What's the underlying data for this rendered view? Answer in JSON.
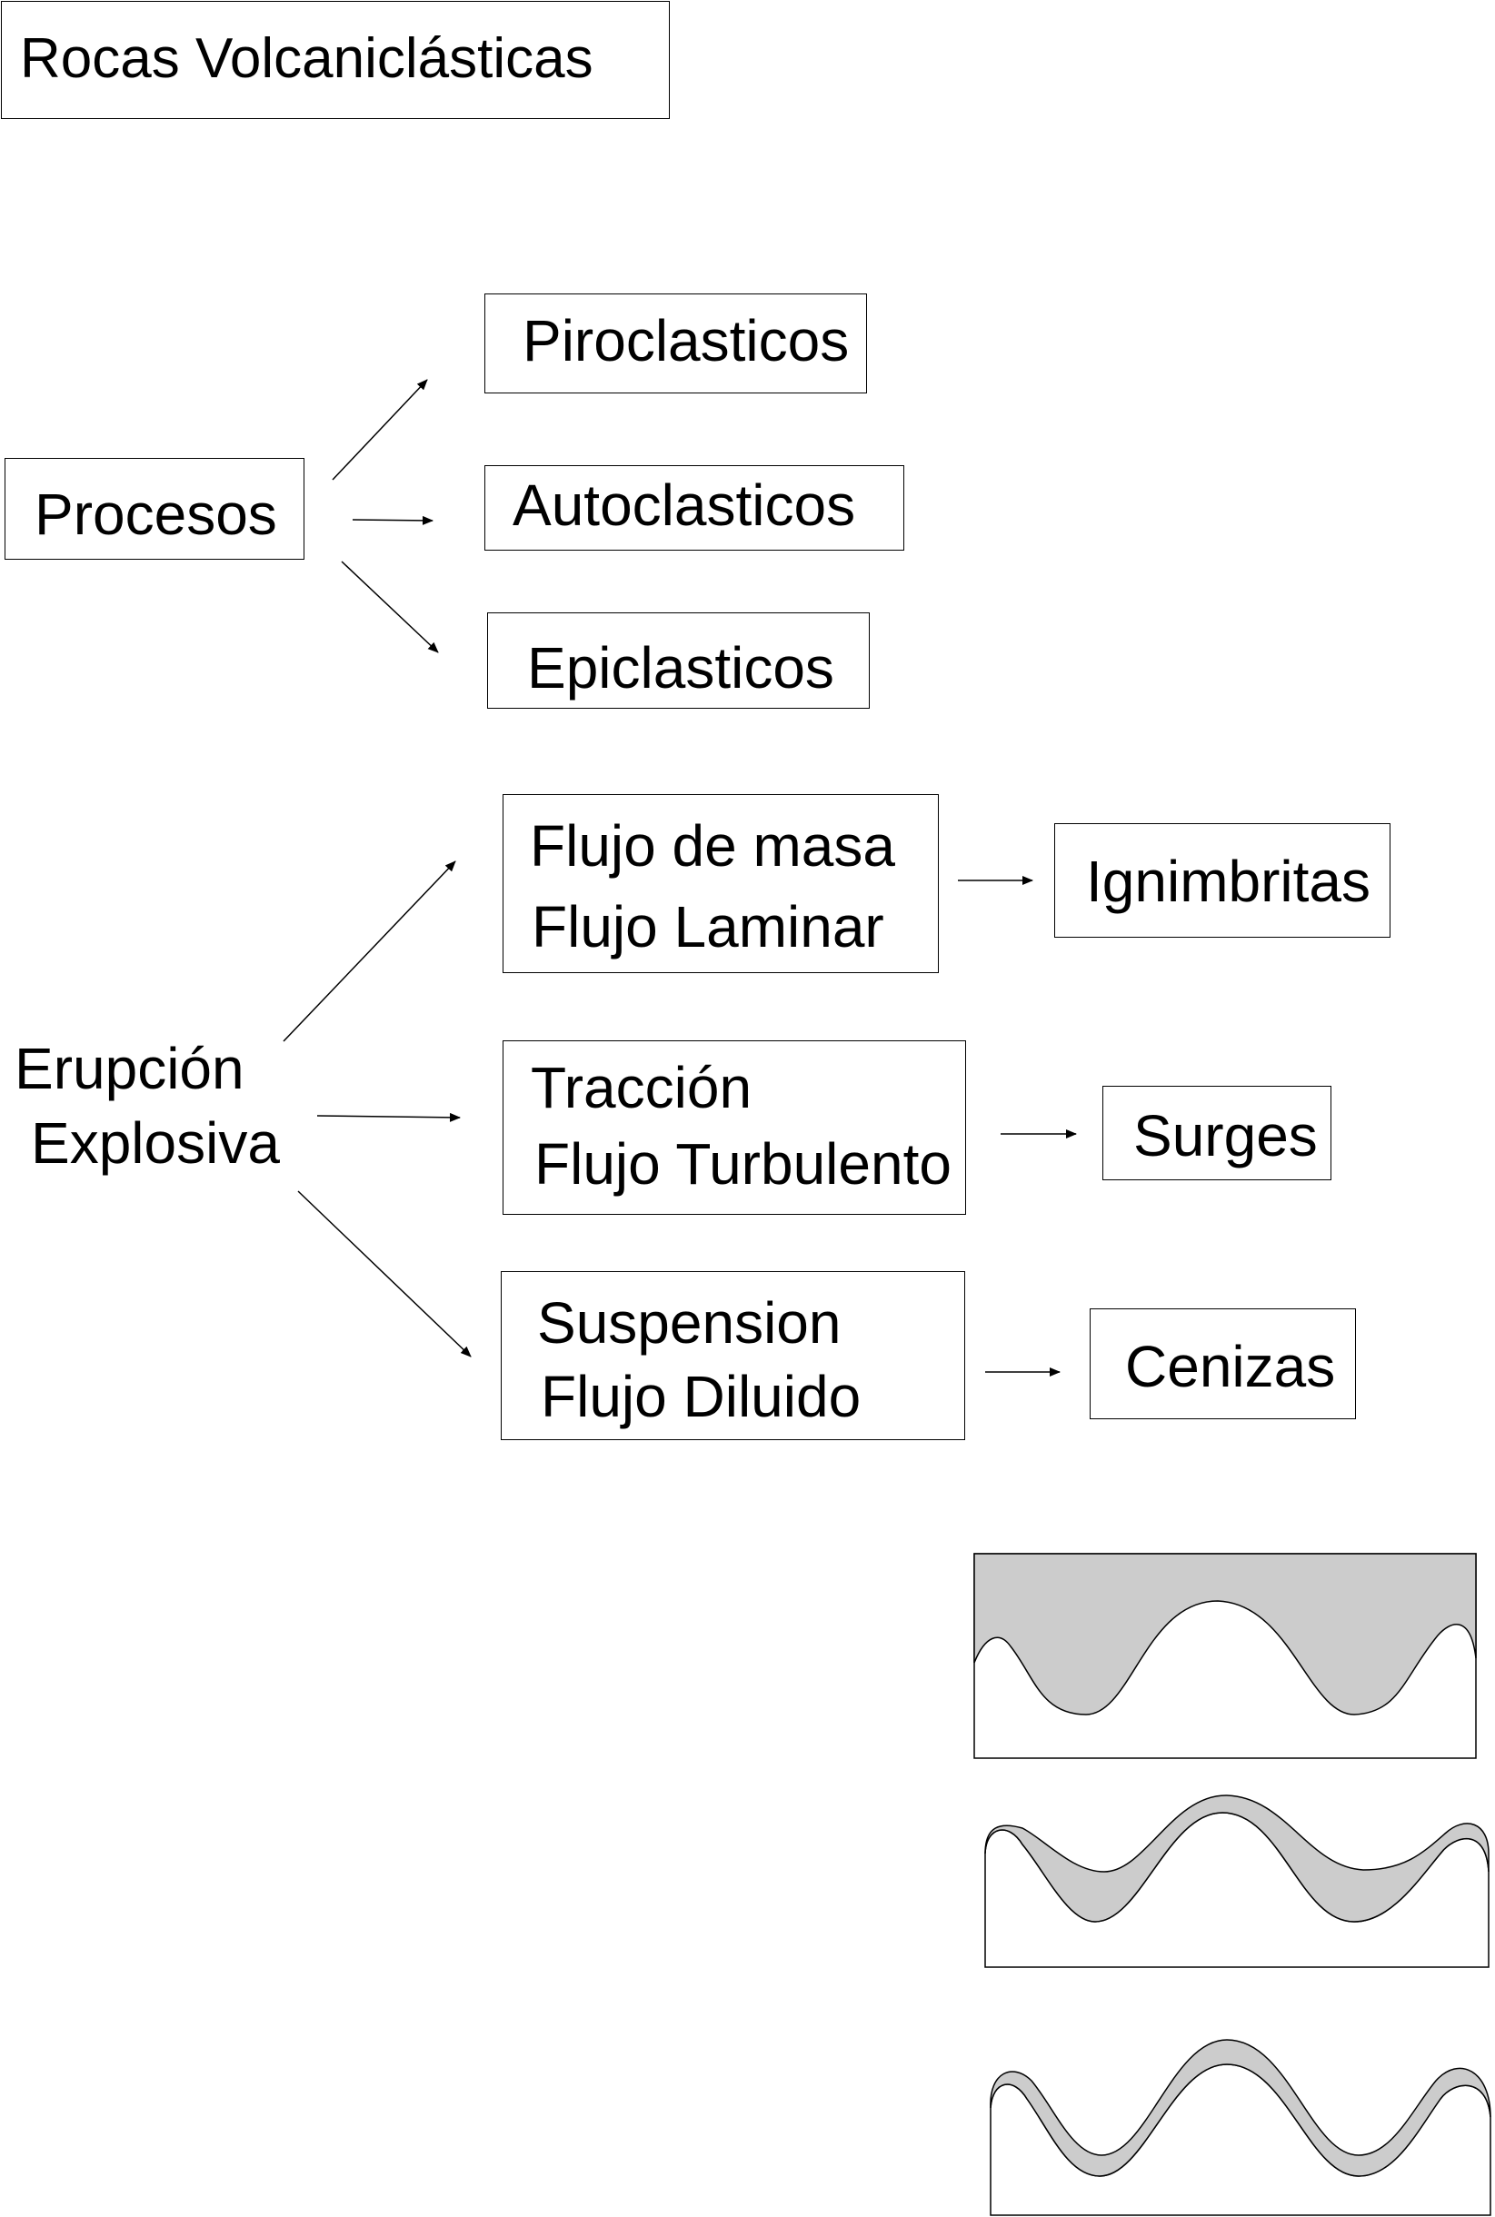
{
  "title": "Rocas Volcaniclásticas",
  "procesos": {
    "label": "Procesos",
    "items": [
      "Piroclasticos",
      "Autoclasticos",
      "Epiclasticos"
    ]
  },
  "erupcion": {
    "label_line1": "Erupción",
    "label_line2": "Explosiva",
    "rows": [
      {
        "line1": "Flujo de masa",
        "line2": "Flujo Laminar",
        "result": "Ignimbritas"
      },
      {
        "line1": "Tracción",
        "line2": "Flujo Turbulento",
        "result": "Surges"
      },
      {
        "line1": "Suspension",
        "line2": "Flujo Diluido",
        "result": "Cenizas"
      }
    ]
  },
  "colors": {
    "fill": "#cccccc",
    "stroke": "#000000",
    "background": "#ffffff"
  }
}
